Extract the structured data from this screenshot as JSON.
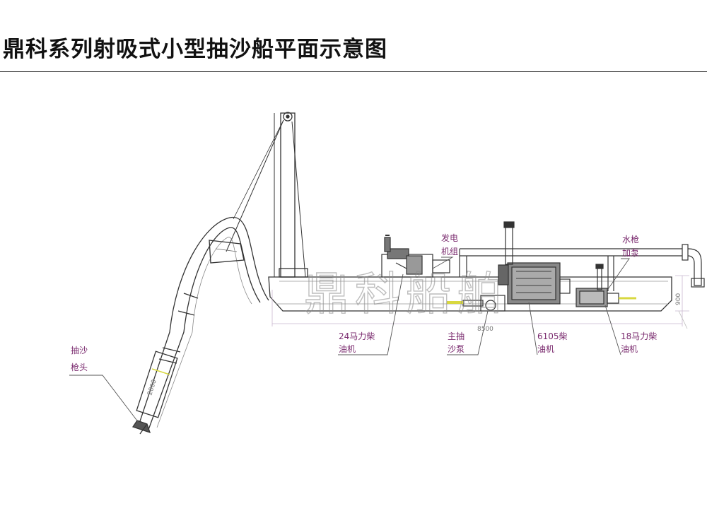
{
  "title": "鼎科系列射吸式小型抽沙船平面示意图",
  "watermark": "鼎科船舶",
  "labels": {
    "nozzle_line1": "抽沙",
    "nozzle_line2": "枪头",
    "generator_line1": "发电",
    "generator_line2": "机组",
    "waterpump_line1": "水枪",
    "waterpump_line2": "加泵",
    "engine24_line1": "24马力柴",
    "engine24_line2": "油机",
    "mainpump_line1": "主抽",
    "mainpump_line2": "沙泵",
    "engine6105_line1": "6105柴",
    "engine6105_line2": "油机",
    "engine18_line1": "18马力柴",
    "engine18_line2": "油机"
  },
  "dimensions": {
    "pipe_length": "2000",
    "hull_length": "8500",
    "hull_depth": "900"
  },
  "colors": {
    "label": "#7a2a6e",
    "line": "#333333",
    "hull_accent": "#c9b6cf",
    "highlight": "#d8d840"
  }
}
